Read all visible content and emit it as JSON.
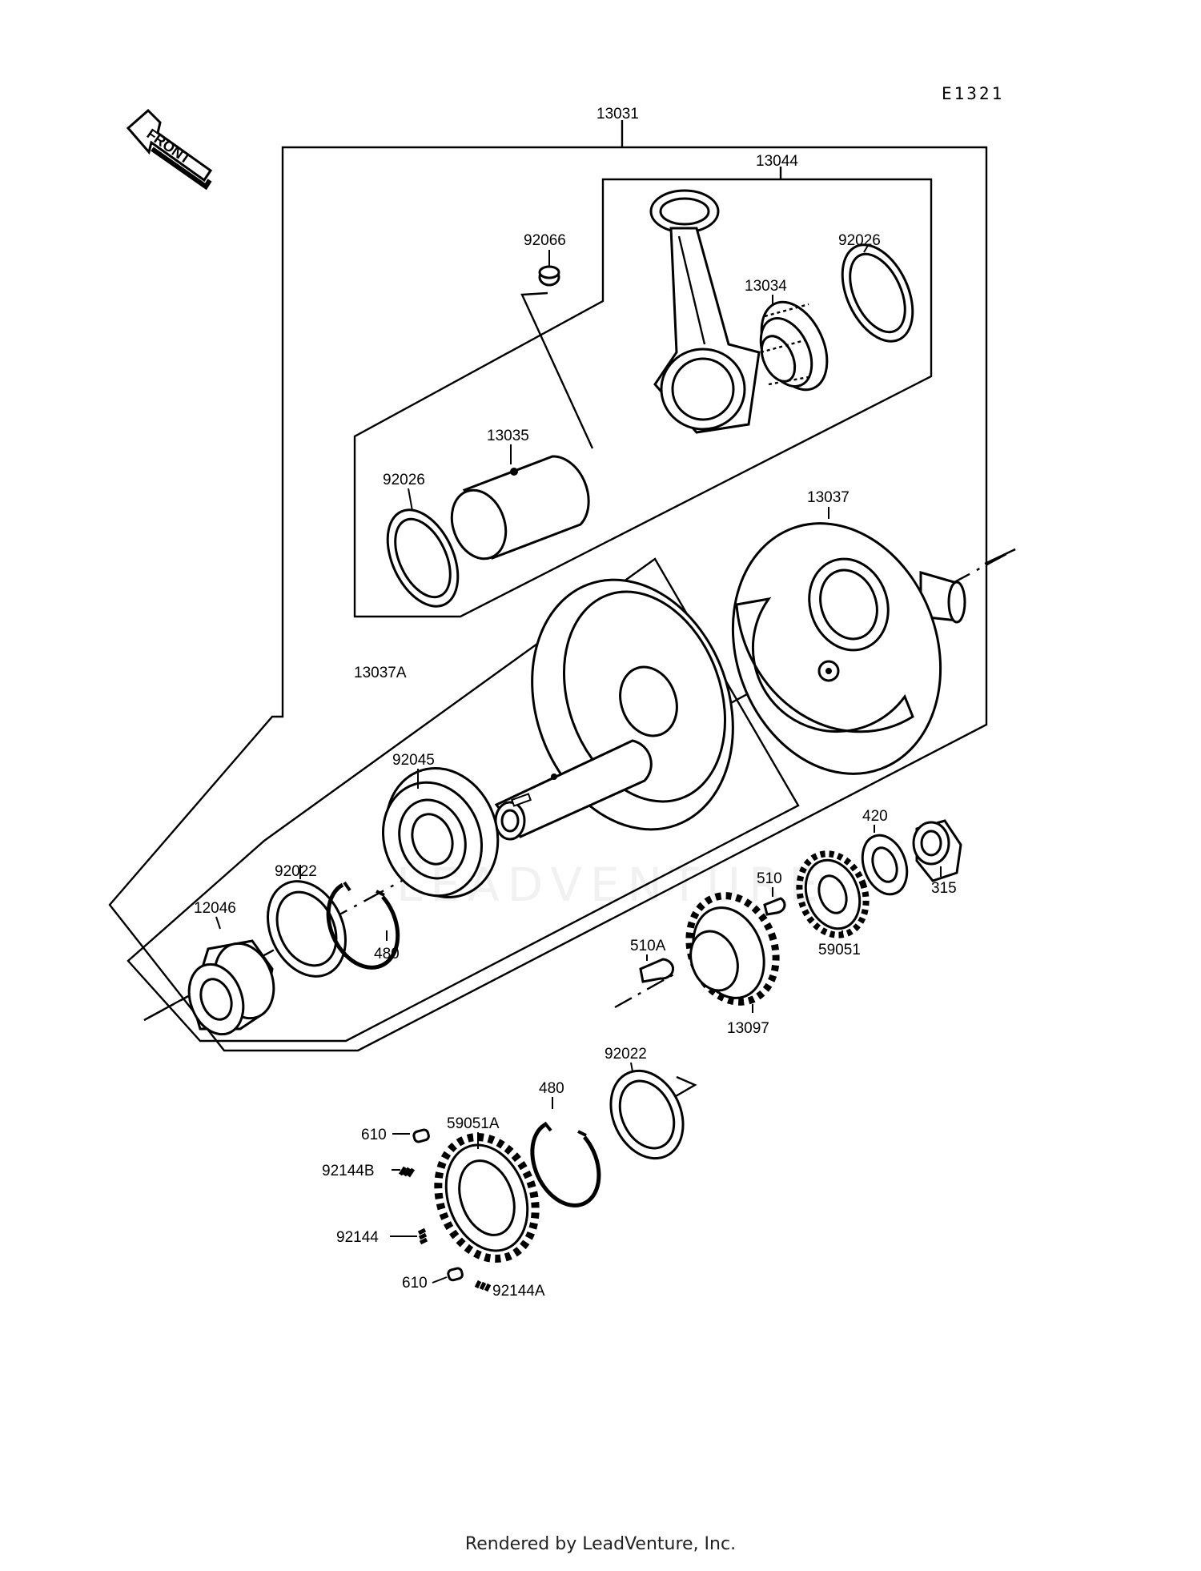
{
  "diagram_code": "E1321",
  "front_label": "FRONT",
  "footer_text": "Rendered by LeadVenture, Inc.",
  "watermark_text": "LEADVENTURE",
  "labels": {
    "p13031": "13031",
    "p13044": "13044",
    "p92066": "92066",
    "p92026a": "92026",
    "p13034": "13034",
    "p13035": "13035",
    "p92026b": "92026",
    "p13037": "13037",
    "p13037A": "13037A",
    "p92045": "92045",
    "p92022a": "92022",
    "p12046": "12046",
    "p480a": "480",
    "p420": "420",
    "p315": "315",
    "p510": "510",
    "p59051": "59051",
    "p510A": "510A",
    "p13097": "13097",
    "p92022b": "92022",
    "p480b": "480",
    "p59051A": "59051A",
    "p610a": "610",
    "p92144B": "92144B",
    "p92144": "92144",
    "p610b": "610",
    "p92144A": "92144A"
  }
}
